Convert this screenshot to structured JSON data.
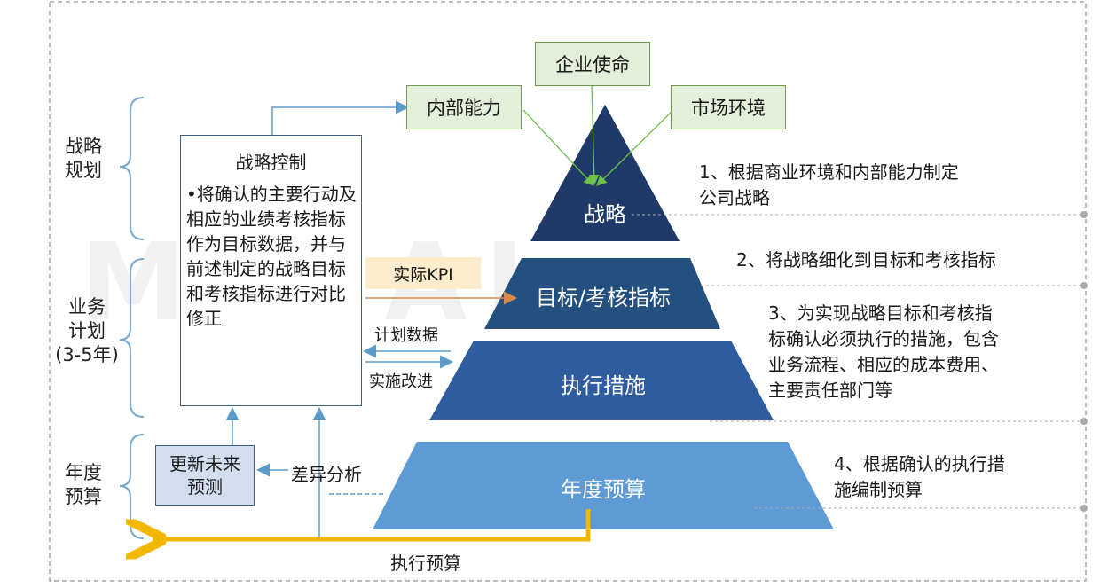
{
  "left_labels": {
    "strategy_planning": "战略\n规划",
    "business_plan_1": "业务",
    "business_plan_2": "计划",
    "business_plan_3": "(3-5年)",
    "annual_budget": "年度\n预算"
  },
  "inputs": {
    "internal_capability": "内部能力",
    "corporate_mission": "企业使命",
    "market_environment": "市场环境"
  },
  "strategy_control": {
    "title": "战略控制",
    "bullet": "•",
    "body": "将确认的主要行动及相应的业绩考核指标作为目标数据，并与前述制定的战略目标和考核指标进行对比修正"
  },
  "pyramid": {
    "level1": "战略",
    "level2": "目标/考核指标",
    "level3": "执行措施",
    "level4": "年度预算"
  },
  "descriptions": {
    "d1_line1": "1、根据商业环境和内部能力制定",
    "d1_line2": "公司战略",
    "d2": "2、将战略细化到目标和考核指标",
    "d3_line1": "3、为实现战略目标和考核指",
    "d3_line2": "标确认必须执行的措施，包含",
    "d3_line3": "业务流程、相应的成本费用、",
    "d3_line4": "主要责任部门等",
    "d4_line1": "4、根据确认的执行措",
    "d4_line2": "施编制预算"
  },
  "flows": {
    "actual_kpi": "实际KPI",
    "plan_data": "计划数据",
    "implementation_improvement": "实施改进",
    "variance_analysis": "差异分析",
    "execute_budget": "执行预算"
  },
  "forecast": {
    "label": "更新未来预测"
  },
  "colors": {
    "pyramid_level1": "#1f3a68",
    "pyramid_level2": "#24507f",
    "pyramid_level3": "#2e5c9e",
    "pyramid_level4": "#5e9bd4",
    "green_fill": "#e3efd9",
    "green_border": "#6e9c4f",
    "blue_line": "#5b9bc9",
    "orange_arrow": "#d98a4a",
    "yellow_arrow": "#f2b800",
    "dotted_border": "#a6a6a6"
  }
}
